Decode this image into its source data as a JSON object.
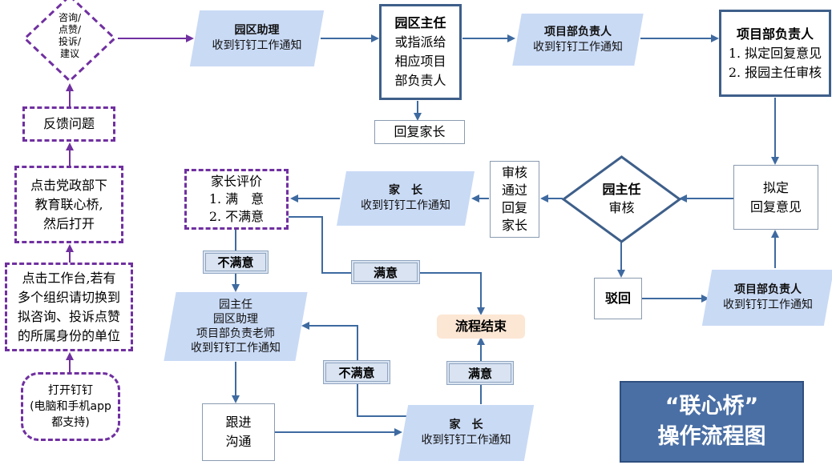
{
  "nodes": {
    "inquiry_diamond": [
      "咨询/",
      "点赞/",
      "投诉/",
      "建议"
    ],
    "feedback": "反馈问题",
    "click_party": [
      "点击党政部下",
      "教育联心桥,",
      "然后打开"
    ],
    "click_workbench": [
      "点击工作台,若有",
      "多个组织请切换到",
      "拟咨询、投诉点赞",
      "的所属身份的单位"
    ],
    "open_dingtalk": [
      "打开钉钉",
      "(电脑和手机app",
      "都支持)"
    ],
    "assistant": {
      "title": "园区助理",
      "sub": "收到钉钉工作通知"
    },
    "director_assign": [
      "园区主任",
      "或指派给",
      "相应项目",
      "部负责人"
    ],
    "project_lead_notify": {
      "title": "项目部负责人",
      "sub": "收到钉钉工作通知"
    },
    "project_lead_tasks": {
      "title": "项目部负责人",
      "line1": "1. 拟定回复意见",
      "line2": "2. 报园主任审核"
    },
    "reply_parent": "回复家长",
    "draft_reply": [
      "拟定",
      "回复意见"
    ],
    "director_review": {
      "title": "园主任",
      "sub": "审核"
    },
    "approved_reply": [
      "审核",
      "通过",
      "回复",
      "家长"
    ],
    "parent_notify_1": {
      "title": "家　长",
      "sub": "收到钉钉工作通知"
    },
    "parent_eval": [
      "家长评价",
      "1. 满　意",
      "2. 不满意"
    ],
    "reject": "驳回",
    "project_lead_notify_2": {
      "title": "项目部负责人",
      "sub": "收到钉钉工作通知"
    },
    "unsatisfied_1": "不满意",
    "satisfied_1": "满意",
    "multi_notify": [
      "园主任",
      "园区助理",
      "项目部负责老师",
      "收到钉钉工作通知"
    ],
    "process_end": "流程结束",
    "unsatisfied_2": "不满意",
    "satisfied_2": "满意",
    "follow_up": [
      "跟进",
      "沟通"
    ],
    "parent_notify_2": {
      "title": "家　长",
      "sub": "收到钉钉工作通知"
    },
    "title_box": [
      "“联心桥”",
      "操作流程图"
    ]
  }
}
